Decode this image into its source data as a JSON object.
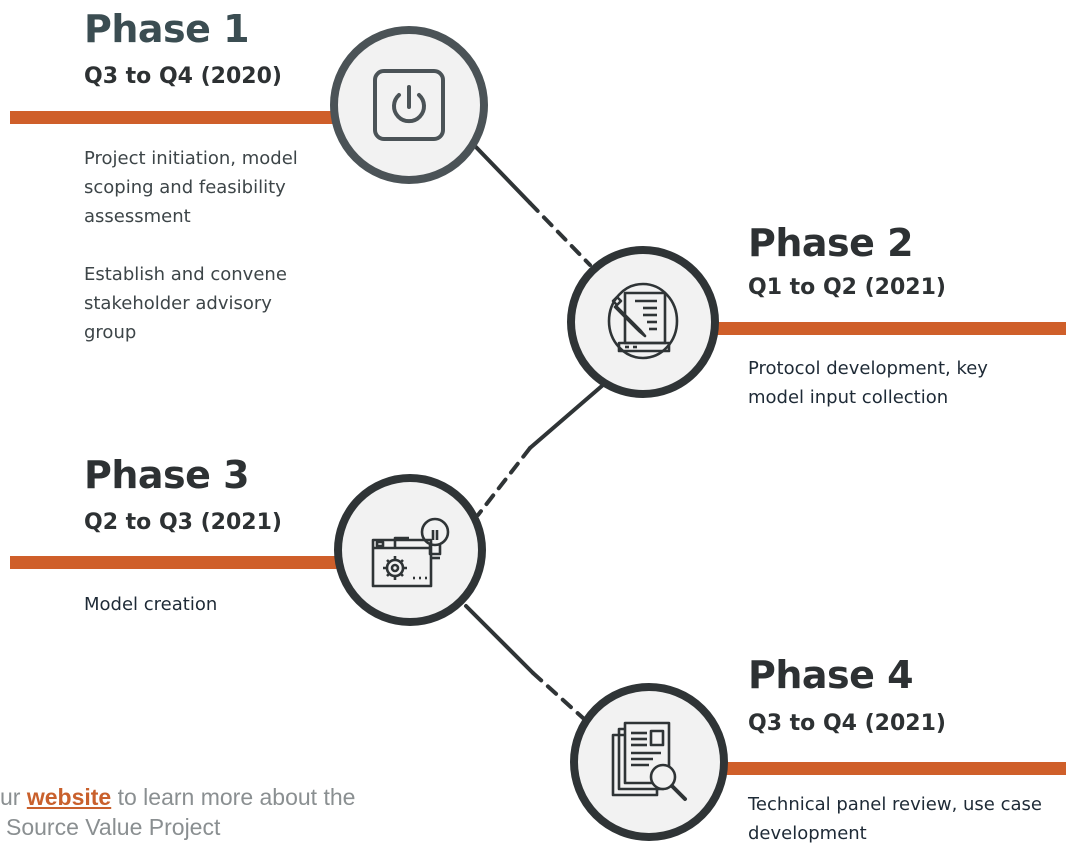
{
  "phases": [
    {
      "title": "Phase 1",
      "range": "Q3 to Q4 (2020)",
      "descriptions": [
        "Project initiation, model scoping and feasibility assessment",
        "Establish and convene stakeholder advisory group"
      ],
      "icon": "power-icon"
    },
    {
      "title": "Phase 2",
      "range": "Q1 to Q2 (2021)",
      "descriptions": [
        "Protocol development, key model input collection"
      ],
      "icon": "document-pencil-icon"
    },
    {
      "title": "Phase 3",
      "range": "Q2 to Q3 (2021)",
      "descriptions": [
        "Model creation"
      ],
      "icon": "lightbulb-gear-icon"
    },
    {
      "title": "Phase 4",
      "range": "Q3 to Q4 (2021)",
      "descriptions": [
        "Technical panel review, use case development"
      ],
      "icon": "documents-search-icon"
    }
  ],
  "footer": {
    "prefix": "ur ",
    "link": "website",
    "suffix": " to learn more about the",
    "line2": "Source Value Project"
  },
  "colors": {
    "accent": "#cf5f2a",
    "circle_border": "#2f3436",
    "circle_fill": "#f2f2f2",
    "text_dark": "#2d3133"
  }
}
